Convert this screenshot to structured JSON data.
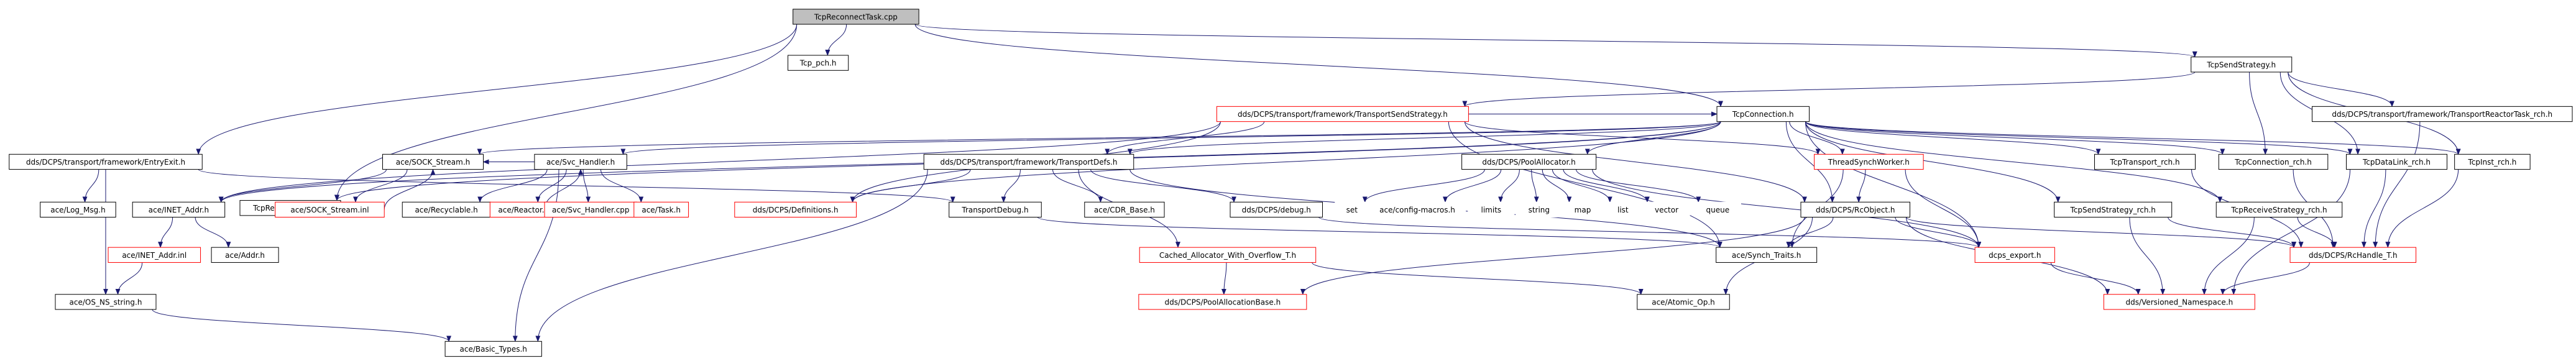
{
  "graph": {
    "colors": {
      "edge": "#191970",
      "border_normal": "#000000",
      "border_missing": "#ff0000",
      "fill_root": "#bfbfbf",
      "fill_normal": "#ffffff",
      "text": "#000000"
    },
    "nodes": [
      {
        "id": "root",
        "label": "TcpReconnectTask.cpp",
        "style": "root"
      },
      {
        "id": "tcp_pch",
        "label": "Tcp_pch.h",
        "style": "normal"
      },
      {
        "id": "tcp_reconnect_task_h",
        "label": "TcpReconnectTask.h",
        "style": "normal"
      },
      {
        "id": "entry_exit",
        "label": "dds/DCPS/transport/framework/EntryExit.h",
        "style": "normal"
      },
      {
        "id": "tcp_send_strategy",
        "label": "TcpSendStrategy.h",
        "style": "normal"
      },
      {
        "id": "transport_send_strategy",
        "label": "dds/DCPS/transport/framework/TransportSendStrategy.h",
        "style": "missing"
      },
      {
        "id": "tcp_connection",
        "label": "TcpConnection.h",
        "style": "normal"
      },
      {
        "id": "transport_reactor_task_rch",
        "label": "dds/DCPS/transport/framework/TransportReactorTask_rch.h",
        "style": "normal"
      },
      {
        "id": "sock_stream",
        "label": "ace/SOCK_Stream.h",
        "style": "normal"
      },
      {
        "id": "svc_handler",
        "label": "ace/Svc_Handler.h",
        "style": "normal"
      },
      {
        "id": "transport_defs",
        "label": "dds/DCPS/transport/framework/TransportDefs.h",
        "style": "normal"
      },
      {
        "id": "pool_allocator",
        "label": "dds/DCPS/PoolAllocator.h",
        "style": "normal"
      },
      {
        "id": "thread_synch_worker",
        "label": "ThreadSynchWorker.h",
        "style": "missing"
      },
      {
        "id": "tcp_transport_rch",
        "label": "TcpTransport_rch.h",
        "style": "normal"
      },
      {
        "id": "tcp_connection_rch",
        "label": "TcpConnection_rch.h",
        "style": "normal"
      },
      {
        "id": "tcp_data_link_rch",
        "label": "TcpDataLink_rch.h",
        "style": "normal"
      },
      {
        "id": "tcp_inst_rch",
        "label": "TcpInst_rch.h",
        "style": "normal"
      },
      {
        "id": "log_msg",
        "label": "ace/Log_Msg.h",
        "style": "normal"
      },
      {
        "id": "inet_addr",
        "label": "ace/INET_Addr.h",
        "style": "normal"
      },
      {
        "id": "sock_stream_inl",
        "label": "ace/SOCK_Stream.inl",
        "style": "missing"
      },
      {
        "id": "recyclable",
        "label": "ace/Recyclable.h",
        "style": "normal"
      },
      {
        "id": "reactor",
        "label": "ace/Reactor.h",
        "style": "missing"
      },
      {
        "id": "svc_handler_cpp",
        "label": "ace/Svc_Handler.cpp",
        "style": "missing"
      },
      {
        "id": "task",
        "label": "ace/Task.h",
        "style": "missing"
      },
      {
        "id": "definitions",
        "label": "dds/DCPS/Definitions.h",
        "style": "missing"
      },
      {
        "id": "transport_debug",
        "label": "TransportDebug.h",
        "style": "normal"
      },
      {
        "id": "cdr_base",
        "label": "ace/CDR_Base.h",
        "style": "normal"
      },
      {
        "id": "dcps_debug",
        "label": "dds/DCPS/debug.h",
        "style": "normal"
      },
      {
        "id": "set",
        "label": "set",
        "style": "plain"
      },
      {
        "id": "config_macros",
        "label": "ace/config-macros.h",
        "style": "plain"
      },
      {
        "id": "limits",
        "label": "limits",
        "style": "plain"
      },
      {
        "id": "string",
        "label": "string",
        "style": "plain"
      },
      {
        "id": "map",
        "label": "map",
        "style": "plain"
      },
      {
        "id": "list",
        "label": "list",
        "style": "plain"
      },
      {
        "id": "vector",
        "label": "vector",
        "style": "plain"
      },
      {
        "id": "queue",
        "label": "queue",
        "style": "plain"
      },
      {
        "id": "rc_object",
        "label": "dds/DCPS/RcObject.h",
        "style": "normal"
      },
      {
        "id": "tcp_send_strategy_rch",
        "label": "TcpSendStrategy_rch.h",
        "style": "normal"
      },
      {
        "id": "tcp_receive_strategy_rch",
        "label": "TcpReceiveStrategy_rch.h",
        "style": "normal"
      },
      {
        "id": "inet_addr_inl",
        "label": "ace/INET_Addr.inl",
        "style": "missing"
      },
      {
        "id": "addr",
        "label": "ace/Addr.h",
        "style": "normal"
      },
      {
        "id": "cached_allocator",
        "label": "Cached_Allocator_With_Overflow_T.h",
        "style": "missing"
      },
      {
        "id": "synch_traits",
        "label": "ace/Synch_Traits.h",
        "style": "normal"
      },
      {
        "id": "dcps_export",
        "label": "dcps_export.h",
        "style": "missing"
      },
      {
        "id": "rc_handle_t",
        "label": "dds/DCPS/RcHandle_T.h",
        "style": "missing"
      },
      {
        "id": "os_ns_string",
        "label": "ace/OS_NS_string.h",
        "style": "normal"
      },
      {
        "id": "pool_allocation_base",
        "label": "dds/DCPS/PoolAllocationBase.h",
        "style": "missing"
      },
      {
        "id": "atomic_op",
        "label": "ace/Atomic_Op.h",
        "style": "normal"
      },
      {
        "id": "versioned_namespace",
        "label": "dds/Versioned_Namespace.h",
        "style": "missing"
      },
      {
        "id": "basic_types",
        "label": "ace/Basic_Types.h",
        "style": "normal"
      }
    ],
    "edges": [
      [
        "root",
        "tcp_pch"
      ],
      [
        "root",
        "tcp_reconnect_task_h"
      ],
      [
        "root",
        "entry_exit"
      ],
      [
        "root",
        "tcp_send_strategy"
      ],
      [
        "root",
        "tcp_connection"
      ],
      [
        "tcp_send_strategy",
        "transport_send_strategy"
      ],
      [
        "tcp_send_strategy",
        "tcp_connection_rch"
      ],
      [
        "tcp_send_strategy",
        "tcp_data_link_rch"
      ],
      [
        "tcp_send_strategy",
        "transport_reactor_task_rch"
      ],
      [
        "tcp_send_strategy",
        "tcp_inst_rch"
      ],
      [
        "transport_send_strategy",
        "tcp_connection"
      ],
      [
        "transport_send_strategy",
        "transport_defs"
      ],
      [
        "transport_send_strategy",
        "thread_synch_worker"
      ],
      [
        "transport_send_strategy",
        "rc_object"
      ],
      [
        "transport_send_strategy",
        "definitions"
      ],
      [
        "transport_send_strategy",
        "synch_traits"
      ],
      [
        "transport_send_strategy",
        "inet_addr"
      ],
      [
        "tcp_connection",
        "sock_stream"
      ],
      [
        "tcp_connection",
        "svc_handler"
      ],
      [
        "tcp_connection",
        "transport_defs"
      ],
      [
        "tcp_connection",
        "pool_allocator"
      ],
      [
        "tcp_connection",
        "thread_synch_worker"
      ],
      [
        "tcp_connection",
        "tcp_transport_rch"
      ],
      [
        "tcp_connection",
        "tcp_connection_rch"
      ],
      [
        "tcp_connection",
        "tcp_data_link_rch"
      ],
      [
        "tcp_connection",
        "tcp_inst_rch"
      ],
      [
        "tcp_connection",
        "tcp_send_strategy_rch"
      ],
      [
        "tcp_connection",
        "tcp_receive_strategy_rch"
      ],
      [
        "tcp_connection",
        "rc_object"
      ],
      [
        "tcp_connection",
        "inet_addr"
      ],
      [
        "tcp_connection",
        "dcps_export"
      ],
      [
        "tcp_connection",
        "definitions"
      ],
      [
        "tcp_connection",
        "tcp_reconnect_task_h"
      ],
      [
        "transport_reactor_task_rch",
        "rc_handle_t"
      ],
      [
        "entry_exit",
        "log_msg"
      ],
      [
        "entry_exit",
        "os_ns_string"
      ],
      [
        "entry_exit",
        "transport_debug"
      ],
      [
        "sock_stream",
        "inet_addr"
      ],
      [
        "sock_stream",
        "sock_stream_inl"
      ],
      [
        "sock_stream_inl",
        "sock_stream"
      ],
      [
        "svc_handler",
        "recyclable"
      ],
      [
        "svc_handler",
        "reactor"
      ],
      [
        "svc_handler",
        "svc_handler_cpp"
      ],
      [
        "svc_handler",
        "task"
      ],
      [
        "svc_handler",
        "sock_stream"
      ],
      [
        "svc_handler",
        "basic_types"
      ],
      [
        "svc_handler_cpp",
        "svc_handler"
      ],
      [
        "transport_defs",
        "definitions"
      ],
      [
        "transport_defs",
        "transport_debug"
      ],
      [
        "transport_defs",
        "cdr_base"
      ],
      [
        "transport_defs",
        "dcps_debug"
      ],
      [
        "transport_defs",
        "cached_allocator"
      ],
      [
        "transport_defs",
        "synch_traits"
      ],
      [
        "transport_defs",
        "basic_types"
      ],
      [
        "pool_allocator",
        "set"
      ],
      [
        "pool_allocator",
        "config_macros"
      ],
      [
        "pool_allocator",
        "limits"
      ],
      [
        "pool_allocator",
        "string"
      ],
      [
        "pool_allocator",
        "map"
      ],
      [
        "pool_allocator",
        "list"
      ],
      [
        "pool_allocator",
        "vector"
      ],
      [
        "pool_allocator",
        "queue"
      ],
      [
        "pool_allocator",
        "dcps_export"
      ],
      [
        "thread_synch_worker",
        "rc_object"
      ],
      [
        "thread_synch_worker",
        "dcps_export"
      ],
      [
        "thread_synch_worker",
        "synch_traits"
      ],
      [
        "tcp_transport_rch",
        "rc_handle_t"
      ],
      [
        "tcp_connection_rch",
        "rc_handle_t"
      ],
      [
        "tcp_data_link_rch",
        "rc_handle_t"
      ],
      [
        "tcp_data_link_rch",
        "versioned_namespace"
      ],
      [
        "tcp_inst_rch",
        "rc_handle_t"
      ],
      [
        "rc_object",
        "synch_traits"
      ],
      [
        "rc_object",
        "rc_handle_t"
      ],
      [
        "rc_object",
        "dcps_export"
      ],
      [
        "rc_object",
        "atomic_op"
      ],
      [
        "rc_object",
        "pool_allocation_base"
      ],
      [
        "rc_object",
        "versioned_namespace"
      ],
      [
        "tcp_send_strategy_rch",
        "rc_handle_t"
      ],
      [
        "tcp_send_strategy_rch",
        "versioned_namespace"
      ],
      [
        "tcp_receive_strategy_rch",
        "rc_handle_t"
      ],
      [
        "tcp_receive_strategy_rch",
        "versioned_namespace"
      ],
      [
        "inet_addr",
        "inet_addr_inl"
      ],
      [
        "inet_addr",
        "addr"
      ],
      [
        "inet_addr_inl",
        "os_ns_string"
      ],
      [
        "dcps_debug",
        "dcps_export"
      ],
      [
        "cached_allocator",
        "pool_allocation_base"
      ],
      [
        "cached_allocator",
        "atomic_op"
      ],
      [
        "dcps_export",
        "versioned_namespace"
      ],
      [
        "rc_handle_t",
        "versioned_namespace"
      ],
      [
        "os_ns_string",
        "basic_types"
      ],
      [
        "transport_debug",
        "synch_traits"
      ]
    ]
  }
}
